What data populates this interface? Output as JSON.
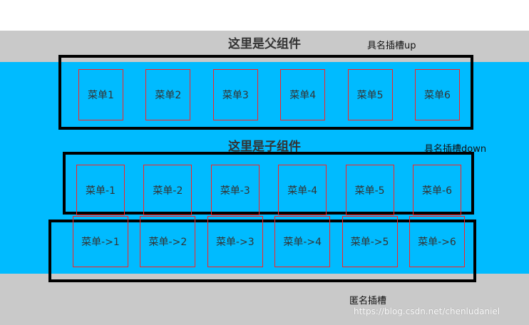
{
  "parent": {
    "title": "这里是父组件"
  },
  "child": {
    "title": "这里是子组件"
  },
  "slots": {
    "up_label": "具名插槽up",
    "down_label": "具名插槽down",
    "default_label": "匿名插槽"
  },
  "menus_up": [
    "菜单1",
    "菜单2",
    "菜单3",
    "菜单4",
    "菜单5",
    "菜单6"
  ],
  "menus_down": [
    "菜单-1",
    "菜单-2",
    "菜单-3",
    "菜单-4",
    "菜单-5",
    "菜单-6"
  ],
  "menus_default": [
    "菜单->1",
    "菜单->2",
    "菜单->3",
    "菜单->4",
    "菜单->5",
    "菜单->6"
  ],
  "watermark": "https://blog.csdn.net/chenludaniel",
  "colors": {
    "parent_bg": "#c9c9c9",
    "child_bg": "#00bbff",
    "item_border": "#ff2020",
    "frame": "#000000"
  }
}
